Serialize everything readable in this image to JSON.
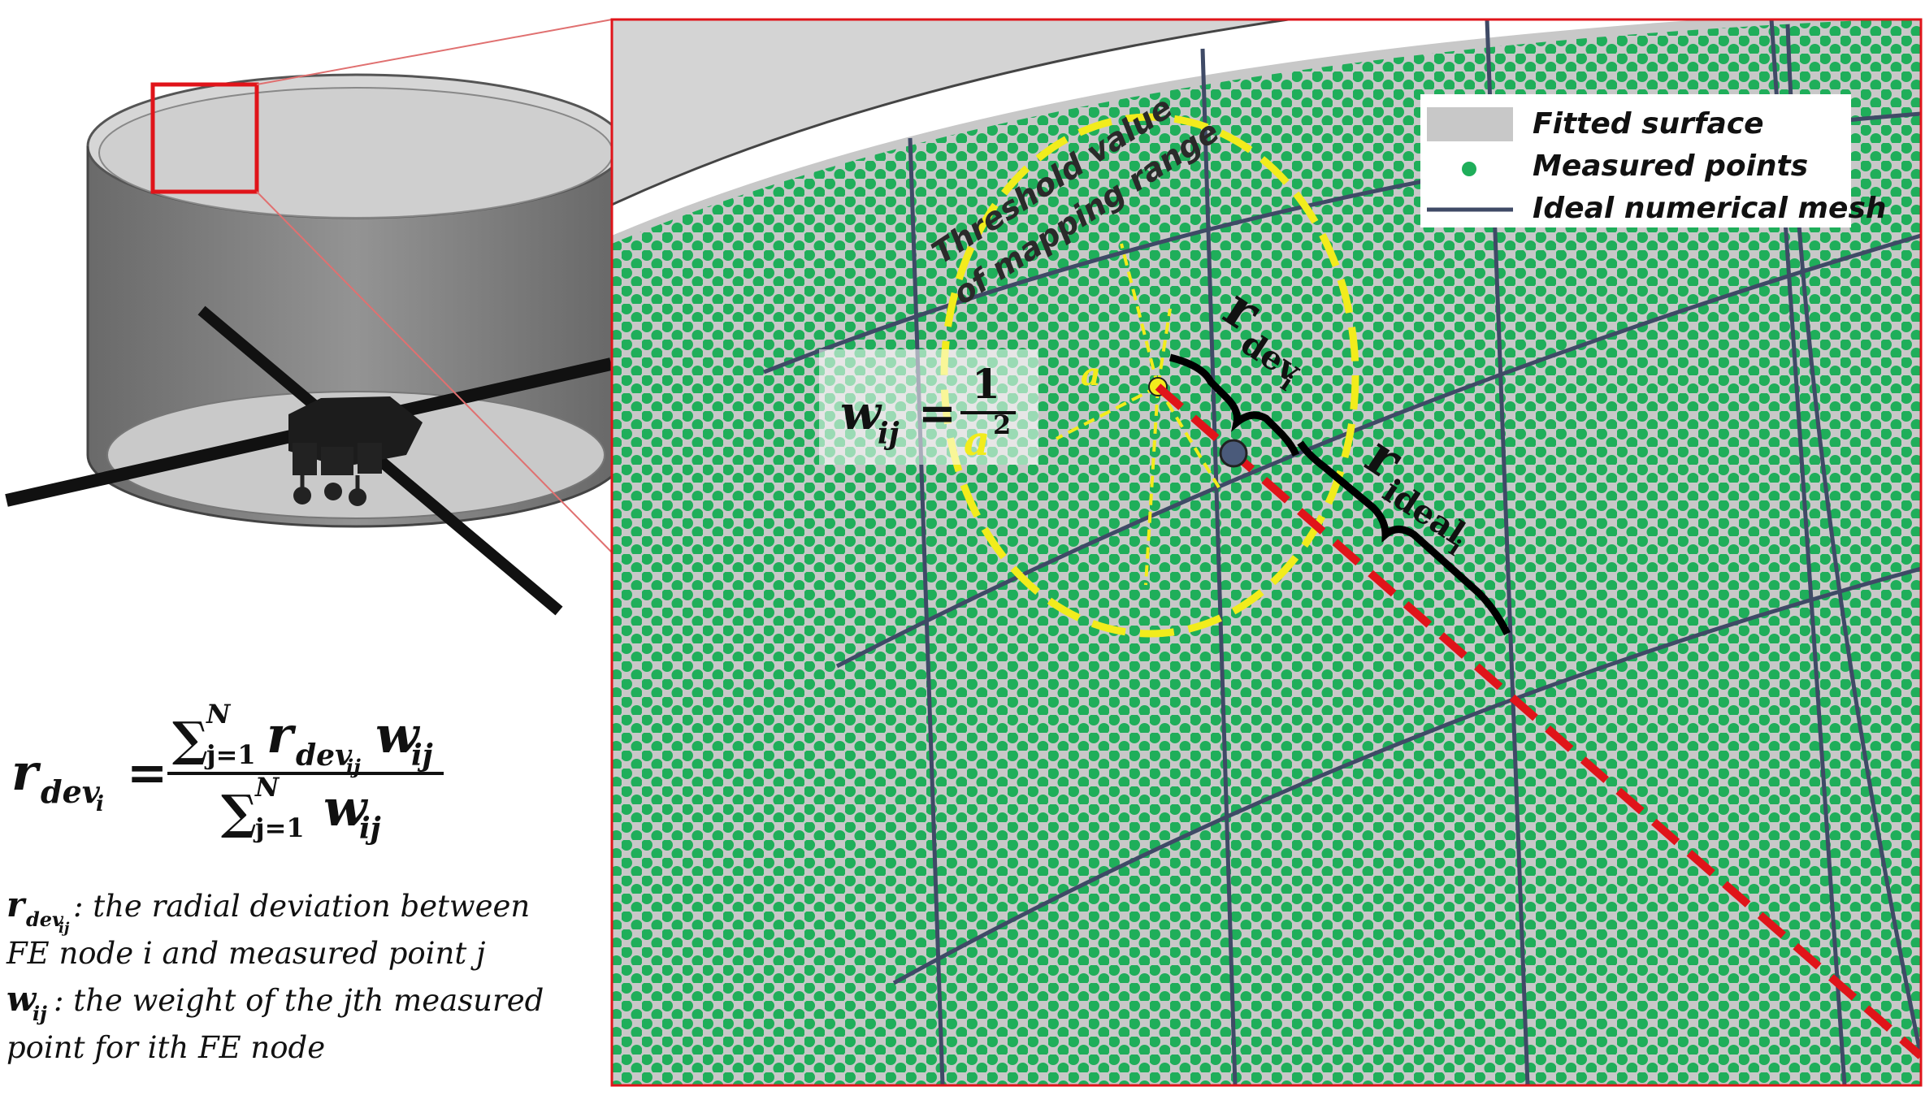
{
  "legend": {
    "fitted_surface": "Fitted surface",
    "measured_points": "Measured points",
    "ideal_mesh": "Ideal numerical mesh"
  },
  "threshold_label": {
    "line1": "Threshold value",
    "line2": "of mapping range"
  },
  "angle_label": "a",
  "weight_formula": {
    "lhs_main": "w",
    "lhs_sub": "ij",
    "equals": "=",
    "numerator": "1",
    "denominator_var": "a",
    "denominator_exp": "2"
  },
  "rdev_label": {
    "main": "r",
    "sub": "dev",
    "subsub": "i"
  },
  "rideal_label": {
    "main": "r",
    "sub": "ideal",
    "subsub": "i"
  },
  "main_formula": {
    "lhs_main": "r",
    "lhs_sub": "dev",
    "lhs_subsub": "i",
    "equals": "=",
    "sum_symbol": "∑",
    "sum_upper": "N",
    "sum_lower": "j=1",
    "num_r": "r",
    "num_r_sub": "dev",
    "num_r_subsub": "ij",
    "num_w": "w",
    "num_w_sub": "ij",
    "den_w": "w",
    "den_w_sub": "ij"
  },
  "definitions": {
    "rdev_sym": "r",
    "rdev_sub": "dev",
    "rdev_subsub": "ij",
    "rdev_text1": ": the radial deviation between",
    "rdev_text2": "FE node i and measured point j",
    "w_sym": "w",
    "w_sub": "ij",
    "w_text1": ": the weight of the jth measured",
    "w_text2": "point for ith FE node"
  },
  "colors": {
    "dot_green": "#1fae5a",
    "surface_gray": "#c8c8c8",
    "mesh_navy": "#3f4a66",
    "threshold_yellow": "#f2ec1c",
    "radial_red": "#e0141a",
    "frame_red": "#e0141a"
  }
}
